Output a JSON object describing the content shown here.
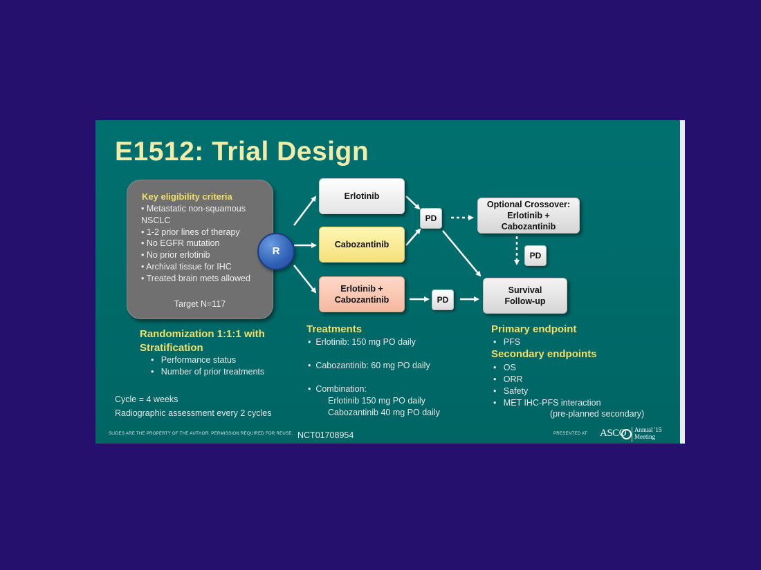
{
  "title": "E1512: Trial Design",
  "eligibility": {
    "heading": "Key eligibility criteria",
    "items": [
      "• Metastatic non-squamous NSCLC",
      "• 1-2 prior lines of therapy",
      "• No EGFR mutation",
      "• No prior erlotinib",
      "• Archival tissue for IHC",
      "• Treated brain mets allowed"
    ],
    "target": "Target N=117"
  },
  "randomize_label": "R",
  "arms": {
    "erlotinib": "Erlotinib",
    "cabozantinib": "Cabozantinib",
    "combo": "Erlotinib + Cabozantinib"
  },
  "pd_label": "PD",
  "crossover": "Optional Crossover: Erlotinib + Cabozantinib",
  "survival": "Survival Follow-up",
  "randomization": {
    "heading": "Randomization 1:1:1 with Stratification",
    "items": [
      "Performance status",
      "Number of prior treatments"
    ]
  },
  "cycle": "Cycle = 4 weeks",
  "radiographic": "Radiographic assessment every 2 cycles",
  "treatments": {
    "heading": "Treatments",
    "erlotinib": "Erlotinib: 150 mg PO daily",
    "cabozantinib": "Cabozantinib: 60 mg PO daily",
    "combination": "Combination:",
    "combo_erl": "Erlotinib 150 mg PO daily",
    "combo_cabo": "Cabozantinib 40 mg PO daily"
  },
  "primary": {
    "heading": "Primary endpoint",
    "items": [
      "PFS"
    ]
  },
  "secondary": {
    "heading": "Secondary endpoints",
    "items": [
      "OS",
      "ORR",
      "Safety",
      "MET IHC-PFS interaction"
    ],
    "note": "(pre-planned secondary)"
  },
  "footer": {
    "disclaimer": "SLIDES ARE THE PROPERTY OF THE AUTHOR. PERMISSION REQUIRED FOR REUSE.",
    "nct": "NCT01708954",
    "presented_at": "PRESENTED AT:",
    "asco": "ASCO",
    "annual": "Annual '15",
    "meeting": "Meeting"
  }
}
